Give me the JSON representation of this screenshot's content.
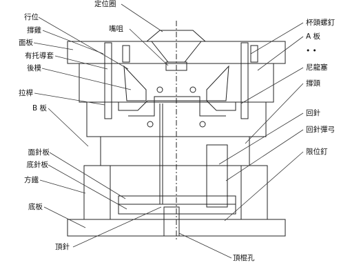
{
  "labels": {
    "dingweiquan": "定位圈",
    "xingwei": "行位",
    "penzui": "嘴咀",
    "chengji": "撐雞",
    "mianban": "面板",
    "youtuo_daotao": "有托導套",
    "houmo": "後模",
    "lagan": "拉桿",
    "b_ban": "B 板",
    "mianzhenban": "面針板",
    "dizhenban": "底針板",
    "fangtie": "方鐵",
    "diban": "底板",
    "dingzhen": "頂針",
    "bei_tou_luoding": "杯頭螺釘",
    "a_ban": "A 板",
    "dots": "• •",
    "nilongsai": "尼龍塞",
    "chengtou": "撐頭",
    "huizhen": "回針",
    "huizhen_tanhuang": "回針彈弓",
    "xianweiding": "限位釘",
    "dinggun_kong": "頂棍孔"
  },
  "colors": {
    "line": "#222222",
    "leader": "#333333",
    "text": "#111111",
    "background": "#ffffff"
  }
}
